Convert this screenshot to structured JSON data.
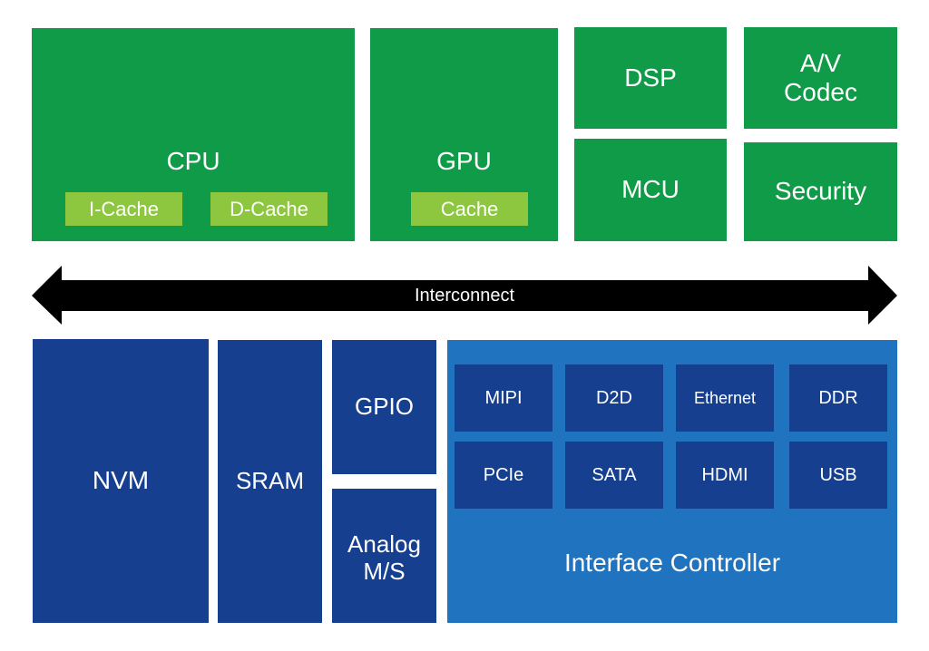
{
  "colors": {
    "compute_block": "#109b48",
    "cache_block": "#8dc63f",
    "memory_io_block": "#163f90",
    "interface_controller": "#1f73bf",
    "interconnect": "#000000",
    "text": "#ffffff",
    "background": "#ffffff"
  },
  "compute": {
    "cpu": {
      "label": "CPU",
      "caches": [
        "I-Cache",
        "D-Cache"
      ]
    },
    "gpu": {
      "label": "GPU",
      "cache": "Cache"
    },
    "dsp": {
      "label": "DSP"
    },
    "mcu": {
      "label": "MCU"
    },
    "av_codec": {
      "label_line1": "A/V",
      "label_line2": "Codec"
    },
    "security": {
      "label": "Security"
    }
  },
  "interconnect": {
    "label": "Interconnect",
    "direction": "bidirectional"
  },
  "memory_io": {
    "nvm": {
      "label": "NVM"
    },
    "sram": {
      "label": "SRAM"
    },
    "gpio": {
      "label": "GPIO"
    },
    "analog": {
      "label_line1": "Analog",
      "label_line2": "M/S"
    }
  },
  "interface_controller": {
    "label": "Interface Controller",
    "interfaces": [
      "MIPI",
      "D2D",
      "Ethernet",
      "DDR",
      "PCIe",
      "SATA",
      "HDMI",
      "USB"
    ]
  }
}
